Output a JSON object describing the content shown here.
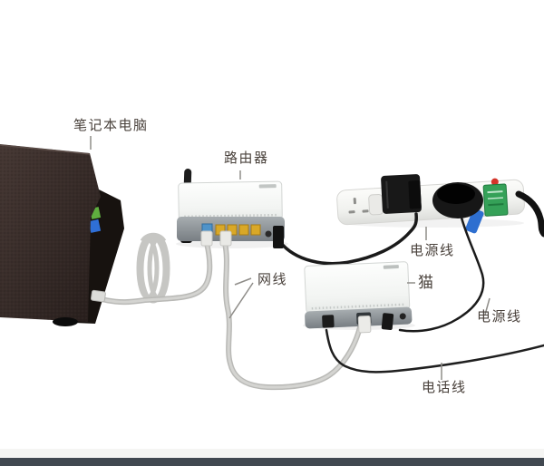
{
  "diagram": {
    "type": "network-setup-photo-diagram",
    "labels": {
      "laptop": "笔记本电脑",
      "router": "路由器",
      "modem": "猫",
      "network_cable": "网线",
      "power_cable_router": "电源线",
      "power_cable_modem": "电源线",
      "phone_cable": "电话线"
    },
    "devices": [
      {
        "name": "laptop",
        "label": "笔记本电脑"
      },
      {
        "name": "router",
        "label": "路由器"
      },
      {
        "name": "modem",
        "label": "猫"
      },
      {
        "name": "power-strip",
        "label": ""
      }
    ],
    "connections": [
      {
        "from": "laptop",
        "to": "router",
        "cable": "网线",
        "color": "gray"
      },
      {
        "from": "router",
        "to": "modem",
        "cable": "网线",
        "color": "gray"
      },
      {
        "from": "power-strip-adapter-1",
        "to": "router",
        "cable": "电源线",
        "color": "black"
      },
      {
        "from": "power-strip-adapter-2",
        "to": "modem",
        "cable": "电源线",
        "color": "black"
      },
      {
        "from": "modem",
        "to": "wall(off-screen-right)",
        "cable": "电话线",
        "color": "black"
      }
    ],
    "colors": {
      "background": "#ffffff",
      "label_text": "#4a423c",
      "pointer_line": "#8f8d89",
      "cable_gray": "#c6c6c3",
      "cable_black": "#1a1a1a",
      "router_port_yellow": "#d9a827",
      "router_port_blue": "#4f93c9",
      "laptop_brown": "#3a2e2b",
      "sticker_green": "#5fae3f",
      "sticker_blue": "#2f6fd6",
      "strip_label_green": "#35a158",
      "strip_switch_red": "#d3342a",
      "strip_tag_blue": "#2e6fd0",
      "bottom_bar": "#414850"
    }
  }
}
